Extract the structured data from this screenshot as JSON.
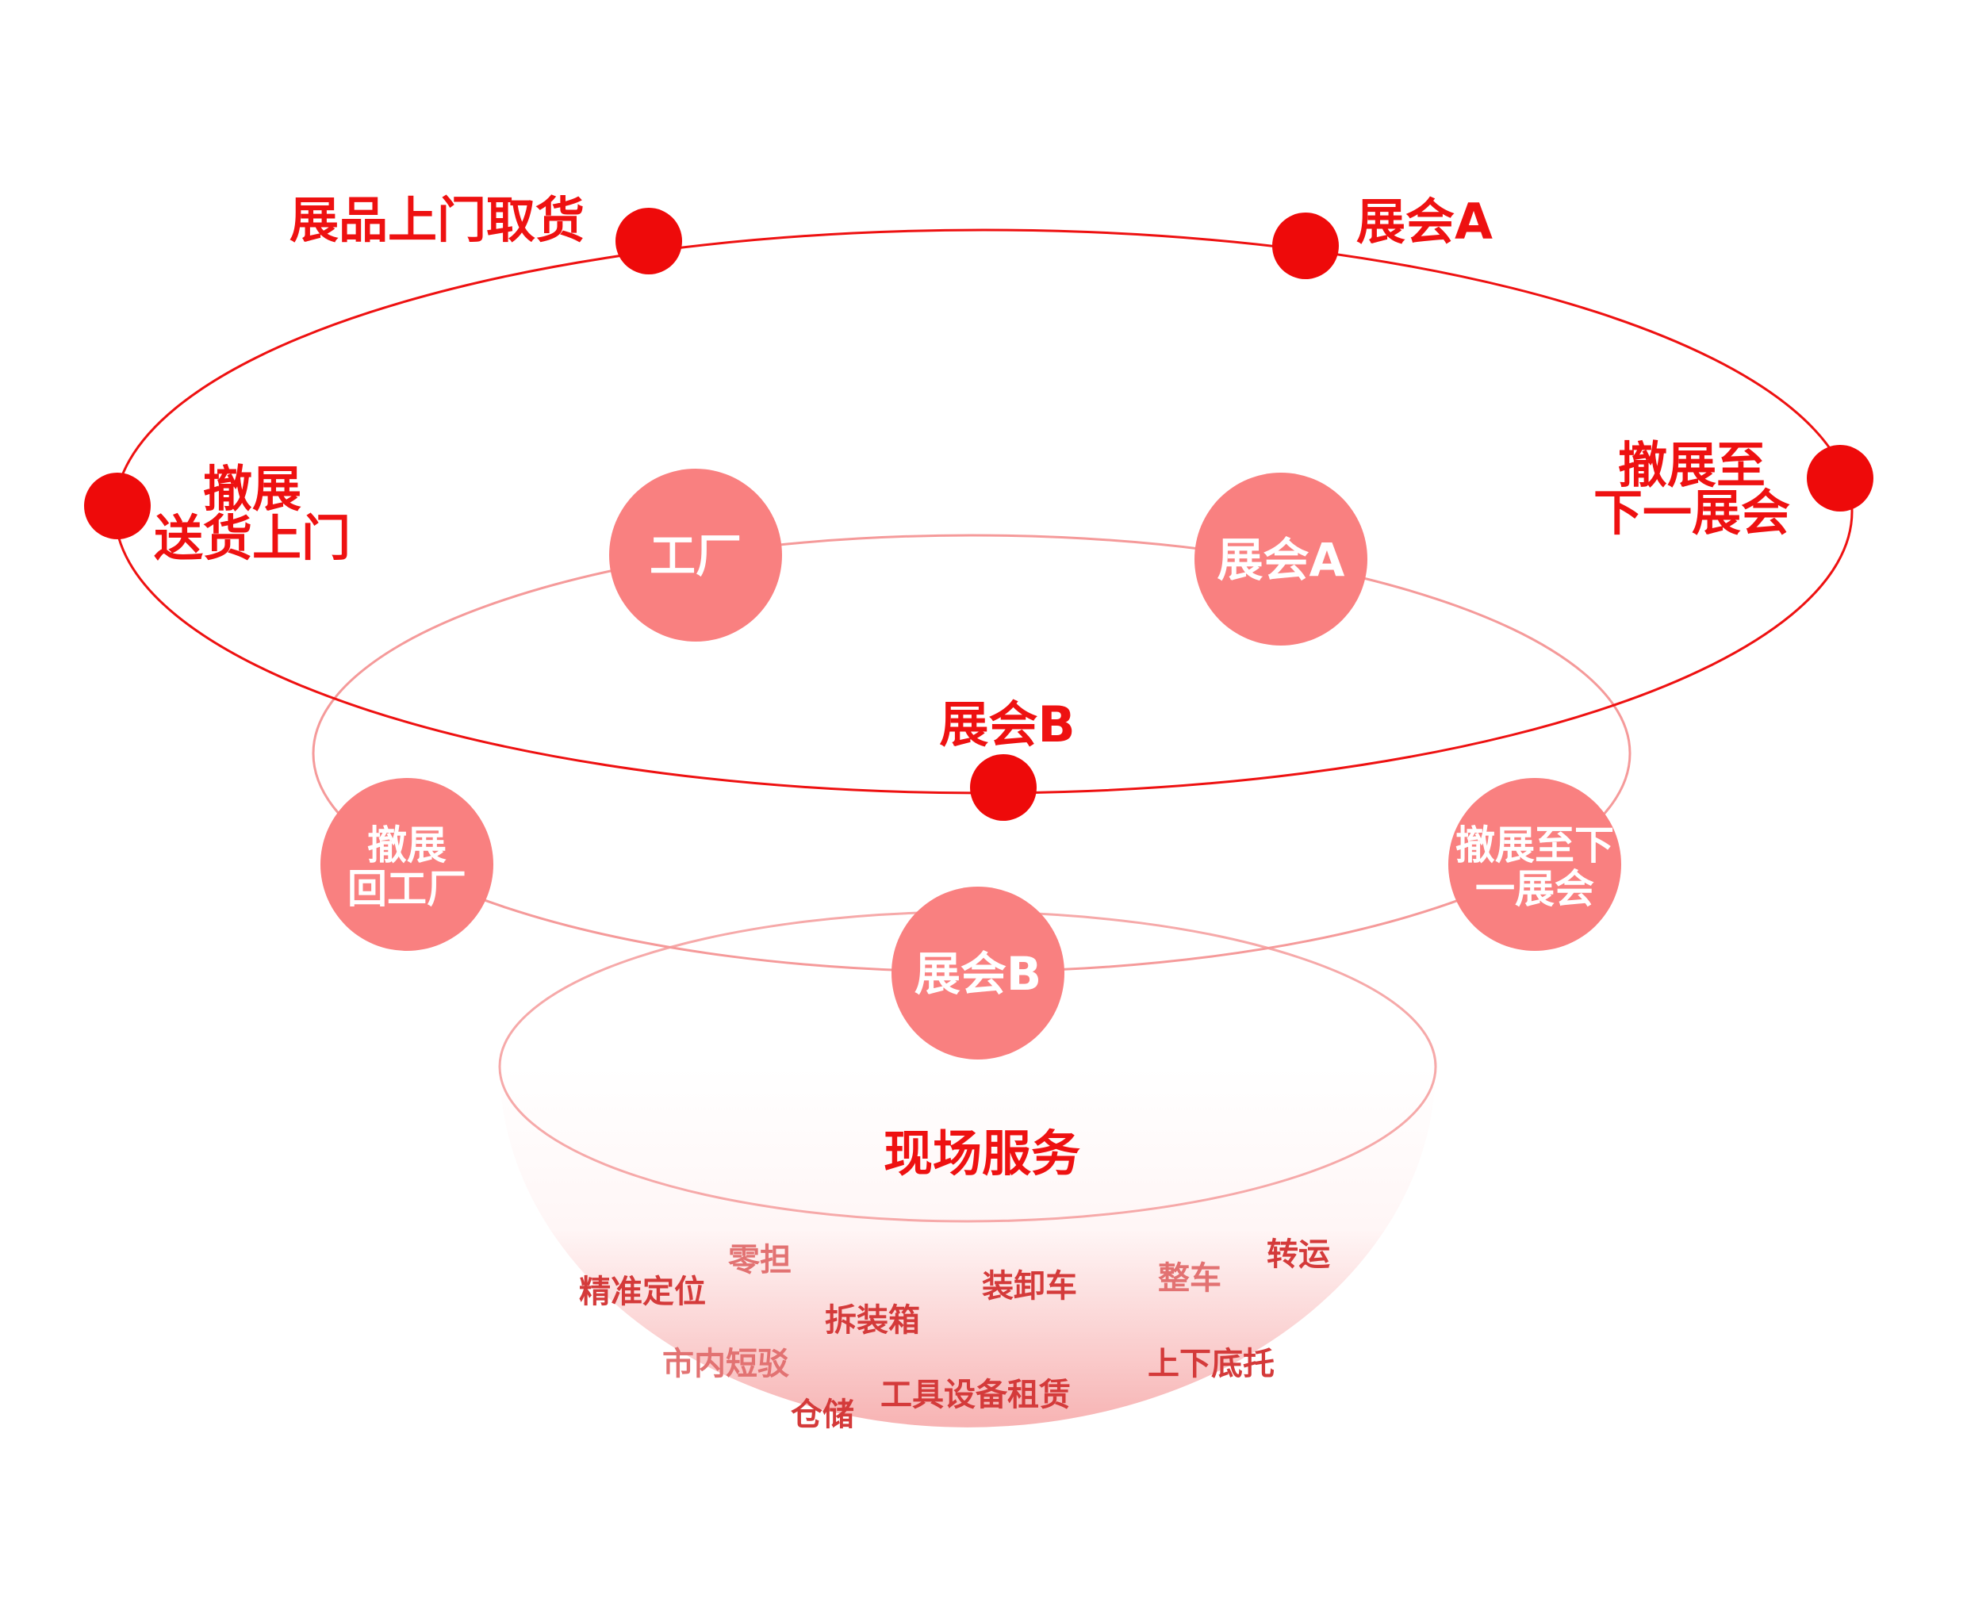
{
  "outer_ring": {
    "color": "#ee0a0a",
    "nodes": [
      {
        "id": "pickup",
        "label": "展品上门取货"
      },
      {
        "id": "expo-a",
        "label": "展会A"
      },
      {
        "id": "teardown-deliver",
        "label_lines": [
          "撤展",
          "送货上门"
        ]
      },
      {
        "id": "teardown-next",
        "label_lines": [
          "撤展至",
          "下一展会"
        ]
      },
      {
        "id": "expo-b",
        "label": "展会B"
      }
    ]
  },
  "middle_ring": {
    "color": "#f98080",
    "nodes": [
      {
        "id": "factory",
        "label_lines": [
          "工厂"
        ]
      },
      {
        "id": "expo-a",
        "label_lines": [
          "展会A"
        ]
      },
      {
        "id": "return-factory",
        "label_lines": [
          "撤展",
          "回工厂"
        ]
      },
      {
        "id": "next-expo",
        "label_lines": [
          "撤展至下",
          "一展会"
        ]
      },
      {
        "id": "expo-b",
        "label_lines": [
          "展会B"
        ]
      }
    ]
  },
  "bowl": {
    "title": "现场服务",
    "services": [
      {
        "id": "precise-positioning",
        "label": "精准定位",
        "tone": "a"
      },
      {
        "id": "ltl",
        "label": "零担",
        "tone": "b"
      },
      {
        "id": "unboxing",
        "label": "拆装箱",
        "tone": "a"
      },
      {
        "id": "loading-truck",
        "label": "装卸车",
        "tone": "a"
      },
      {
        "id": "full-truck",
        "label": "整车",
        "tone": "b"
      },
      {
        "id": "transfer",
        "label": "转运",
        "tone": "a"
      },
      {
        "id": "city-shuttle",
        "label": "市内短驳",
        "tone": "b"
      },
      {
        "id": "warehousing",
        "label": "仓储",
        "tone": "a"
      },
      {
        "id": "equipment-rental",
        "label": "工具设备租赁",
        "tone": "a"
      },
      {
        "id": "pallet",
        "label": "上下底托",
        "tone": "a"
      }
    ]
  }
}
